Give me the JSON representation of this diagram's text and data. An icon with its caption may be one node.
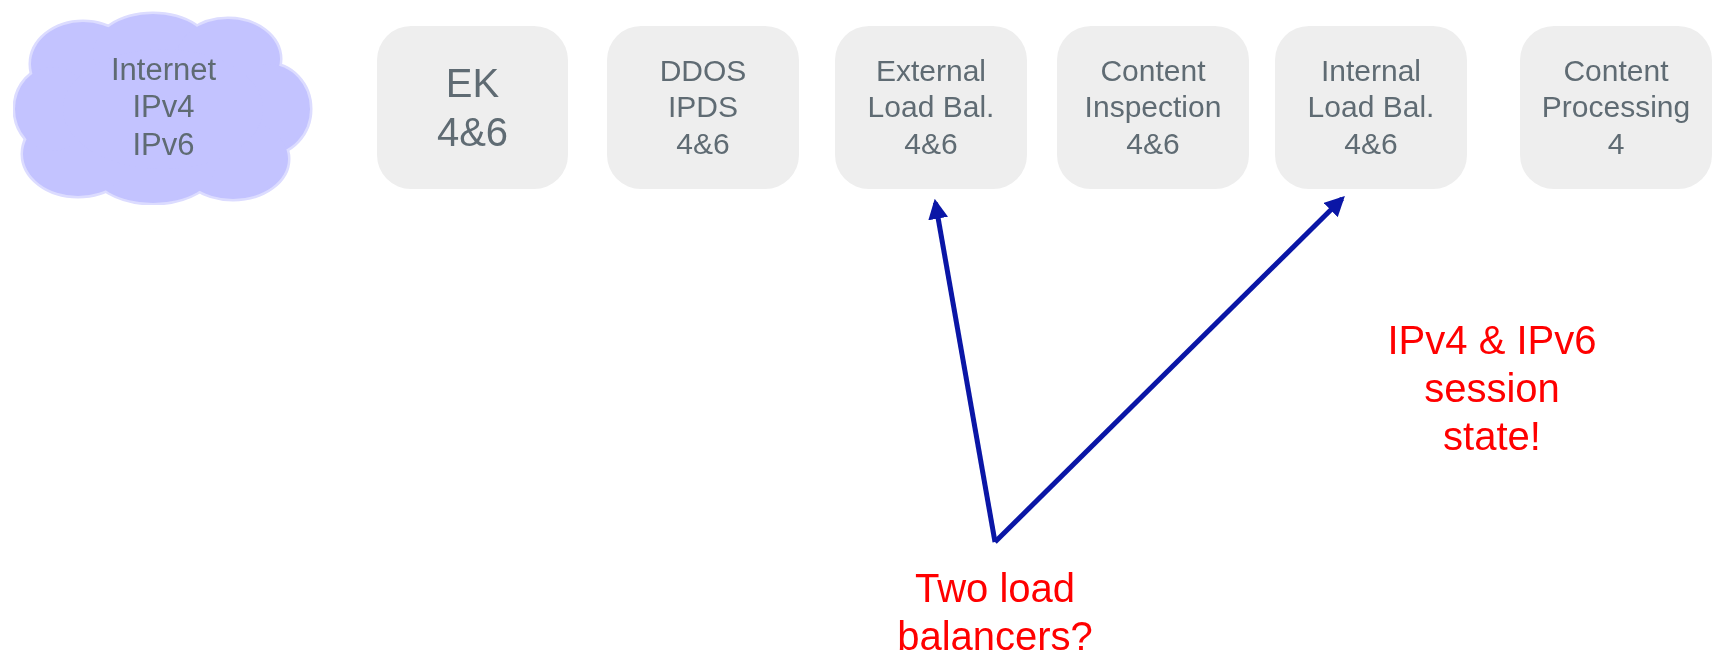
{
  "diagram": {
    "nodes": [
      {
        "text": [
          "Internet IPv4 IPv6"
        ]
      },
      {
        "text": [
          "EK",
          "4&6"
        ]
      },
      {
        "text": [
          "DDOS IPDS",
          "4&6"
        ]
      },
      {
        "text": [
          "External Load Bal.",
          "4&6"
        ]
      },
      {
        "text": [
          "Content Inspection",
          "4&6"
        ]
      },
      {
        "text": [
          "Internal Load Bal.",
          "4&6"
        ]
      },
      {
        "text": [
          "Content Processing",
          "4"
        ]
      },
      {
        "text": [
          "Two load balancers?"
        ]
      }
    ],
    "edges": [
      {
        "from": 7,
        "to": 3,
        "arrow": "to"
      },
      {
        "from": 7,
        "to": 5,
        "arrow": "to"
      }
    ],
    "labels": [
      "IPv4 & IPv6 session state!"
    ]
  }
}
